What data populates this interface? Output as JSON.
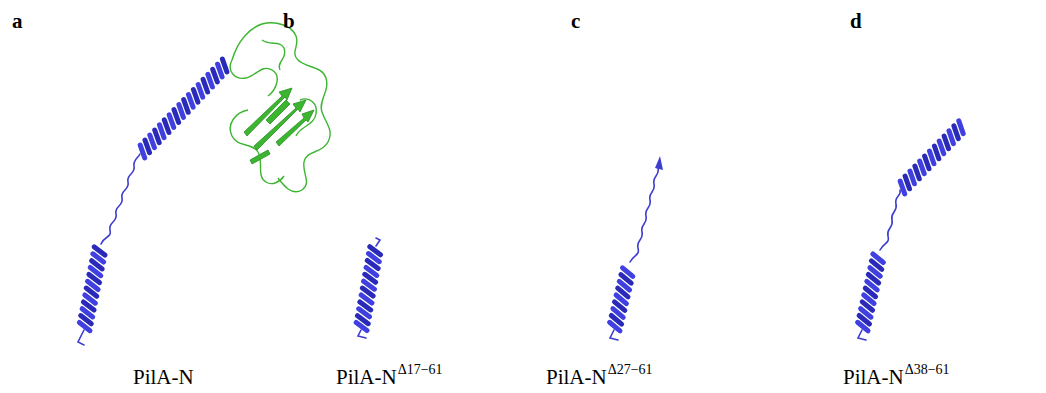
{
  "diagram": {
    "labels": [
      "a",
      "b",
      "c",
      "d",
      "PilA-N",
      "PilA-N",
      "Δ17−61",
      "PilA-N",
      "Δ27−61",
      "PilA-N",
      "Δ38−61"
    ]
  }
}
